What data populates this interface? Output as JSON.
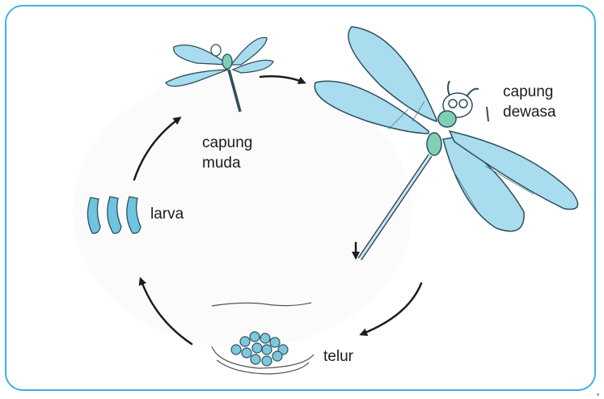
{
  "frame": {
    "border_color": "#3cb2e6"
  },
  "stages": {
    "young_line1": "capung",
    "young_line2": "muda",
    "adult_line1": "capung",
    "adult_line2": "dewasa",
    "larva": "larva",
    "egg": "telur"
  },
  "icons": [
    "young-dragonfly-icon",
    "adult-dragonfly-icon",
    "larva-icon",
    "eggs-icon",
    "cycle-arrow-icon"
  ],
  "colors": {
    "wing_fill": "#a9dcef",
    "wing_outline": "#2d4f5c",
    "body_fill": "#7fcfb7",
    "larva_fill": "#6fc4df",
    "egg_fill": "#7ec8dd"
  }
}
